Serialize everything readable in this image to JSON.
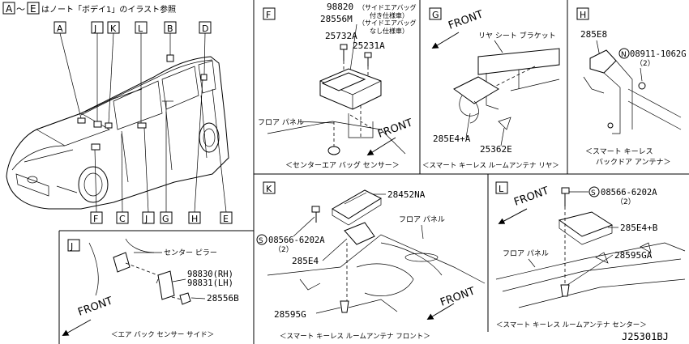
{
  "header": {
    "range_from": "A",
    "range_sep": "～",
    "range_to": "E",
    "note": "はノート「ボデイ1」のイラスト参照"
  },
  "car": {
    "callouts_top": [
      "A",
      "J",
      "K",
      "L",
      "B",
      "D"
    ],
    "callouts_bottom": [
      "F",
      "C",
      "J",
      "G",
      "H",
      "E"
    ]
  },
  "panel_F": {
    "id": "F",
    "p1_no": "98820",
    "p1_note": "（サイドエアバッグ",
    "p1_note2": "付き仕様車）",
    "p2_no": "28556M",
    "p2_note": "（サイドエアバッグ",
    "p2_note2": "なし仕様車）",
    "p3": "25732A",
    "p4": "25231A",
    "floor": "フロア パネル",
    "front": "FRONT",
    "caption": "＜センターエア バッグ センサー＞"
  },
  "panel_G": {
    "id": "G",
    "front": "FRONT",
    "bracket": "リヤ シート ブラケット",
    "p1": "285E4+A",
    "p2": "25362E",
    "caption": "＜スマート キーレス ルームアンテナ リヤ＞"
  },
  "panel_H": {
    "id": "H",
    "p1": "285E8",
    "p2_sym": "N",
    "p2": "08911-1062G",
    "p2_qty": "（2）",
    "caption1": "＜スマート キーレス",
    "caption2": "バックドア アンテナ＞"
  },
  "panel_K": {
    "id": "K",
    "p1": "28452NA",
    "floor": "フロア パネル",
    "p2_sym": "S",
    "p2": "08566-6202A",
    "p2_qty": "（2）",
    "p3": "285E4",
    "p4": "28595G",
    "front": "FRONT",
    "caption": "＜スマート キーレス ルームアンテナ フロント＞"
  },
  "panel_L": {
    "id": "L",
    "p1_sym": "S",
    "p1": "08566-6202A",
    "p1_qty": "（2）",
    "front": "FRONT",
    "p2": "285E4+B",
    "floor": "フロア パネル",
    "p3": "28595GA",
    "caption": "＜スマート キーレス ルームアンテナ センター＞"
  },
  "panel_J": {
    "id": "J",
    "pillar": "センター ピラー",
    "p1": "98830(RH)",
    "p2": "98831(LH)",
    "p3": "28556B",
    "front": "FRONT",
    "caption": "＜エア バック センサー サイド＞"
  },
  "footer": {
    "code": "J25301BJ"
  }
}
